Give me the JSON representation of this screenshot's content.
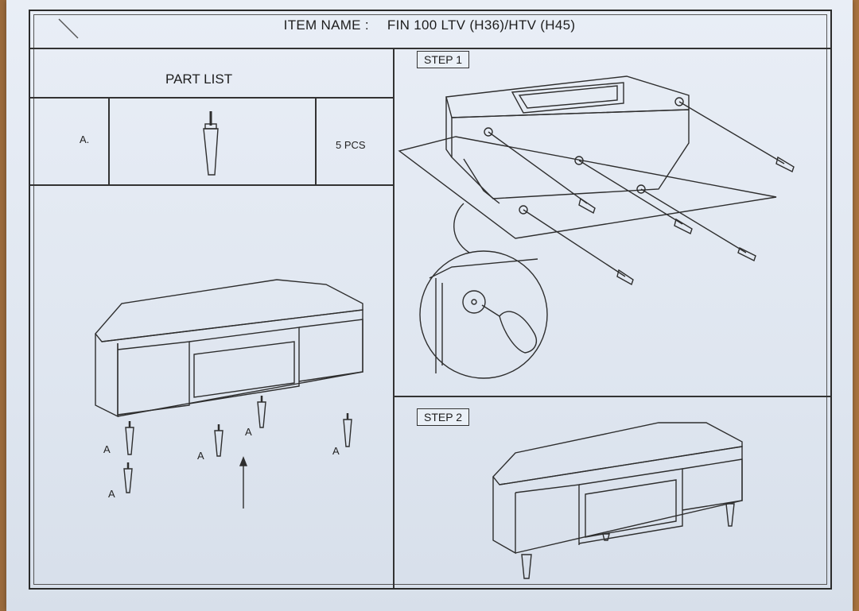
{
  "header": {
    "item_name_label": "ITEM NAME :",
    "item_name_value": "FIN 100 LTV (H36)/HTV (H45)"
  },
  "part_list": {
    "title": "PART LIST",
    "parts": [
      {
        "code": "A.",
        "quantity": "5 PCS",
        "icon": "tapered-leg-icon"
      }
    ]
  },
  "steps": [
    {
      "label": "STEP 1"
    },
    {
      "label": "STEP 2"
    }
  ],
  "overview": {
    "leg_labels": [
      "A",
      "A",
      "A",
      "A",
      "A"
    ]
  }
}
